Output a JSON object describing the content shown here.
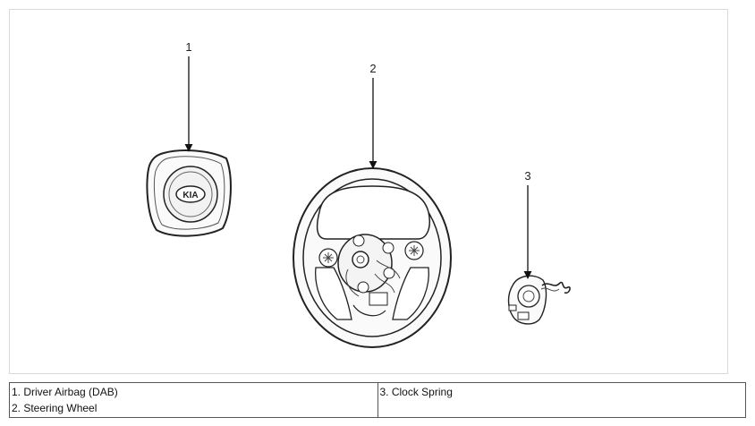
{
  "callouts": {
    "c1": "1",
    "c2": "2",
    "c3": "3"
  },
  "emblem": "KIA",
  "legend": {
    "left": [
      "1. Driver Airbag (DAB)",
      "2. Steering Wheel"
    ],
    "right": [
      "3. Clock Spring"
    ]
  }
}
